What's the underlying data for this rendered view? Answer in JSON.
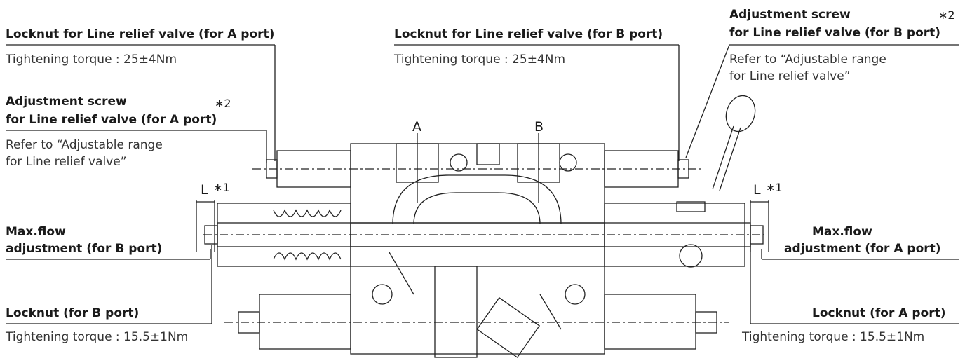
{
  "labels": {
    "locknut_a_title": "Locknut for Line relief valve (for A port)",
    "locknut_a_torque": "Tightening torque : 25±4Nm",
    "locknut_b_title": "Locknut for Line relief valve (for B port)",
    "locknut_b_torque": "Tightening torque : 25±4Nm",
    "adj_screw_b_line1": "Adjustment screw",
    "adj_screw_b_line2": "for Line relief valve (for B port)",
    "adj_screw_b_note1": "Refer to “Adjustable range",
    "adj_screw_b_note2": "for Line relief valve”",
    "adj_screw_a_line1": "Adjustment screw",
    "adj_screw_a_line2": "for Line relief valve (for A port)",
    "adj_screw_a_note1": "Refer to “Adjustable range",
    "adj_screw_a_note2": "for Line relief valve”",
    "footnote_2_mark": "∗2",
    "footnote_1_mark": "∗1",
    "dim_L": "L",
    "port_A": "A",
    "port_B": "B",
    "maxflow_b_line1": "Max.flow",
    "maxflow_b_line2": "adjustment (for B port)",
    "maxflow_a_line1": "Max.flow",
    "maxflow_a_line2": "adjustment (for A port)",
    "locknut_b_port": "Locknut (for B port)",
    "locknut_b_port_torque": "Tightening torque : 15.5±1Nm",
    "locknut_a_port": "Locknut (for A port)",
    "locknut_a_port_torque": "Tightening torque : 15.5±1Nm"
  }
}
